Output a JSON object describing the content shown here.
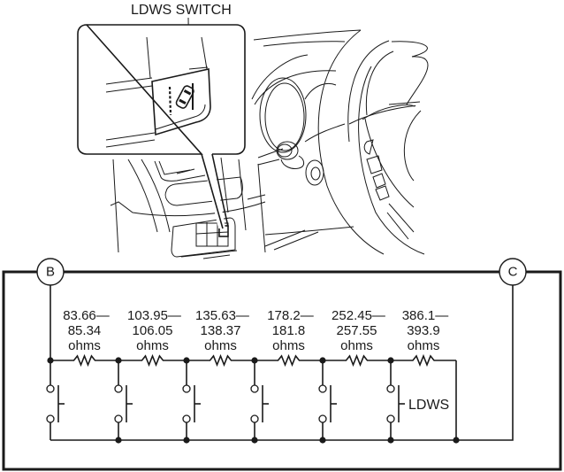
{
  "illustration": {
    "callout_label": "LDWS SWITCH",
    "subject": "dashboard with steering wheel and LDWS switch location",
    "icon": "lane-departure-warning-icon"
  },
  "circuit": {
    "terminals": [
      {
        "id": "B",
        "label": "B"
      },
      {
        "id": "C",
        "label": "C"
      }
    ],
    "resistors": [
      {
        "min": "83.66—",
        "max": "85.34",
        "unit": "ohms"
      },
      {
        "min": "103.95—",
        "max": "106.05",
        "unit": "ohms"
      },
      {
        "min": "135.63—",
        "max": "138.37",
        "unit": "ohms"
      },
      {
        "min": "178.2—",
        "max": "181.8",
        "unit": "ohms"
      },
      {
        "min": "252.45—",
        "max": "257.55",
        "unit": "ohms"
      },
      {
        "min": "386.1—",
        "max": "393.9",
        "unit": "ohms"
      }
    ],
    "switch_count": 6,
    "switch_label": "LDWS"
  }
}
